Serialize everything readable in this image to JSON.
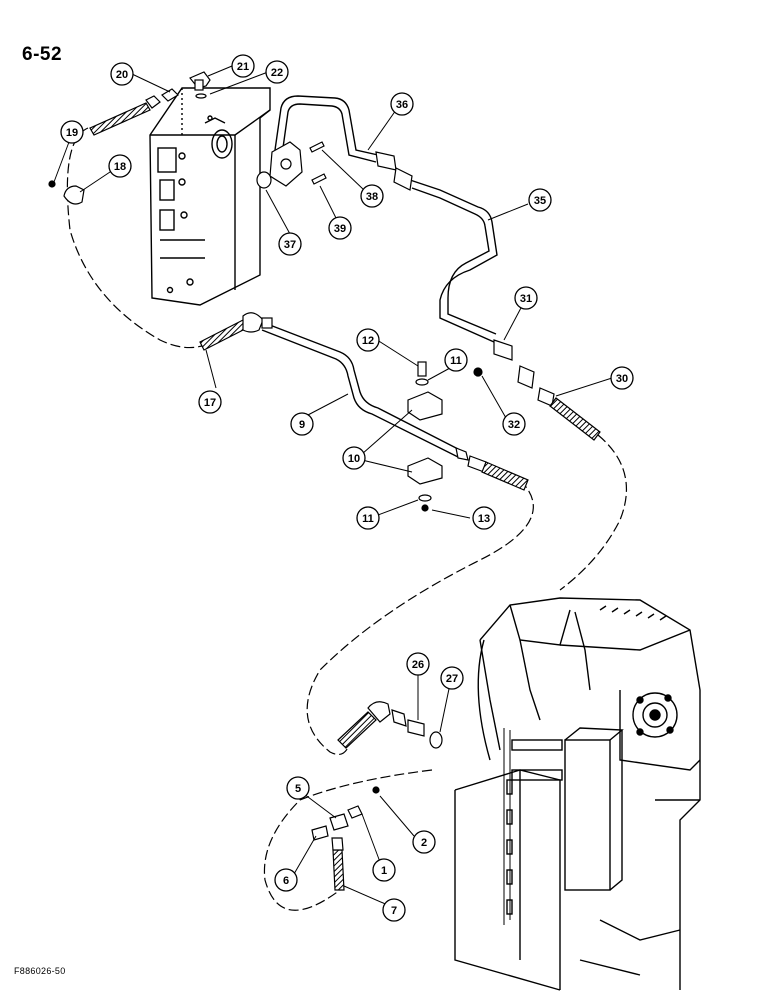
{
  "page_number": "6-52",
  "figure_code": "F886026-50",
  "callouts": {
    "c1": "1",
    "c2": "2",
    "c5": "5",
    "c6": "6",
    "c7": "7",
    "c9": "9",
    "c10": "10",
    "c11a": "11",
    "c11b": "11",
    "c12": "12",
    "c13": "13",
    "c17": "17",
    "c18": "18",
    "c19": "19",
    "c20": "20",
    "c21": "21",
    "c22": "22",
    "c26": "26",
    "c27": "27",
    "c30": "30",
    "c31": "31",
    "c32": "32",
    "c35": "35",
    "c36": "36",
    "c37": "37",
    "c38": "38",
    "c39": "39"
  }
}
